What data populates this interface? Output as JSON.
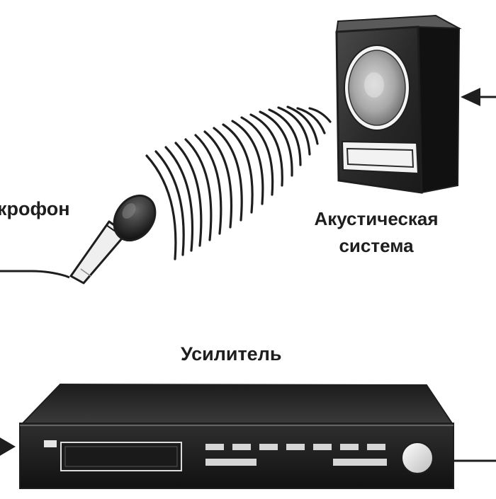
{
  "labels": {
    "microphone": "кpофон",
    "speaker_line1": "Акустическая",
    "speaker_line2": "система",
    "amplifier": "Усилитель"
  },
  "icons": {
    "microphone": "microphone-icon",
    "speaker": "loudspeaker-icon",
    "amplifier": "amplifier-unit-icon",
    "sound": "sound-waves-icon"
  },
  "colors": {
    "ink": "#1e1e1e",
    "body": "#2a2a2a",
    "background": "#ffffff"
  }
}
